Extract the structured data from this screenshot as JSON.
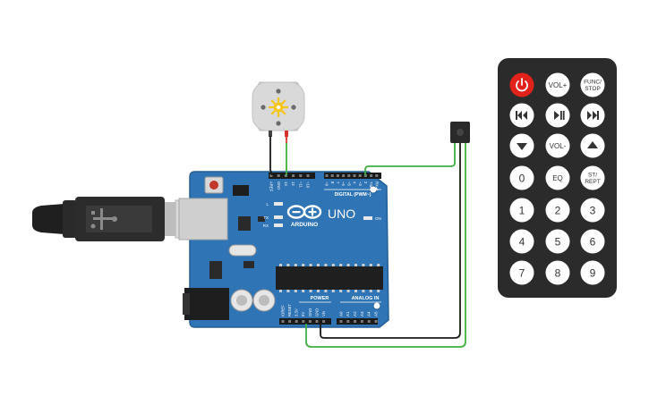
{
  "arduino": {
    "brand": "ARDUINO",
    "model": "UNO",
    "digital_label": "DIGITAL (PWM~)",
    "on_label": "ON",
    "led_l": "L",
    "led_tx": "TX",
    "led_rx": "RX",
    "power_label": "POWER",
    "analog_label": "ANALOG IN",
    "digital_pins": [
      "AREF",
      "GND",
      "13",
      "12",
      "~11",
      "~10",
      "~9",
      "8",
      "7",
      "~6",
      "~5",
      "4",
      "~3",
      "2",
      "TX▸1",
      "RX◂0"
    ],
    "power_pins": [
      "IOREF",
      "RESET",
      "3.3V",
      "5V",
      "GND",
      "GND",
      "Vin"
    ],
    "analog_pins": [
      "A0",
      "A1",
      "A2",
      "A3",
      "A4",
      "A5"
    ],
    "board_color": "#2f74b5"
  },
  "remote": {
    "body_color": "#2b2b2b",
    "button_color": "#ffffff",
    "power_color": "#e0221b",
    "buttons": [
      {
        "label": "",
        "icon": "power-icon"
      },
      {
        "label": "VOL+",
        "icon": ""
      },
      {
        "label": "FUNC/\nSTOP",
        "icon": ""
      },
      {
        "label": "",
        "icon": "previous-icon"
      },
      {
        "label": "",
        "icon": "play-pause-icon"
      },
      {
        "label": "",
        "icon": "next-icon"
      },
      {
        "label": "",
        "icon": "down-arrow-icon"
      },
      {
        "label": "VOL-",
        "icon": ""
      },
      {
        "label": "",
        "icon": "up-arrow-icon"
      },
      {
        "label": "0",
        "icon": ""
      },
      {
        "label": "EQ",
        "icon": ""
      },
      {
        "label": "ST/\nREPT",
        "icon": ""
      },
      {
        "label": "1",
        "icon": ""
      },
      {
        "label": "2",
        "icon": ""
      },
      {
        "label": "3",
        "icon": ""
      },
      {
        "label": "4",
        "icon": ""
      },
      {
        "label": "5",
        "icon": ""
      },
      {
        "label": "6",
        "icon": ""
      },
      {
        "label": "7",
        "icon": ""
      },
      {
        "label": "8",
        "icon": ""
      },
      {
        "label": "9",
        "icon": ""
      }
    ]
  },
  "wires": {
    "black": "#1a1a1a",
    "green": "#3fae3f",
    "red": "#d6332a"
  },
  "motor": {
    "icon": "sun-icon",
    "sun_color": "#f5c518"
  },
  "usb": {
    "color": "#2a2a2a",
    "metal_color": "#d8d8d8"
  }
}
